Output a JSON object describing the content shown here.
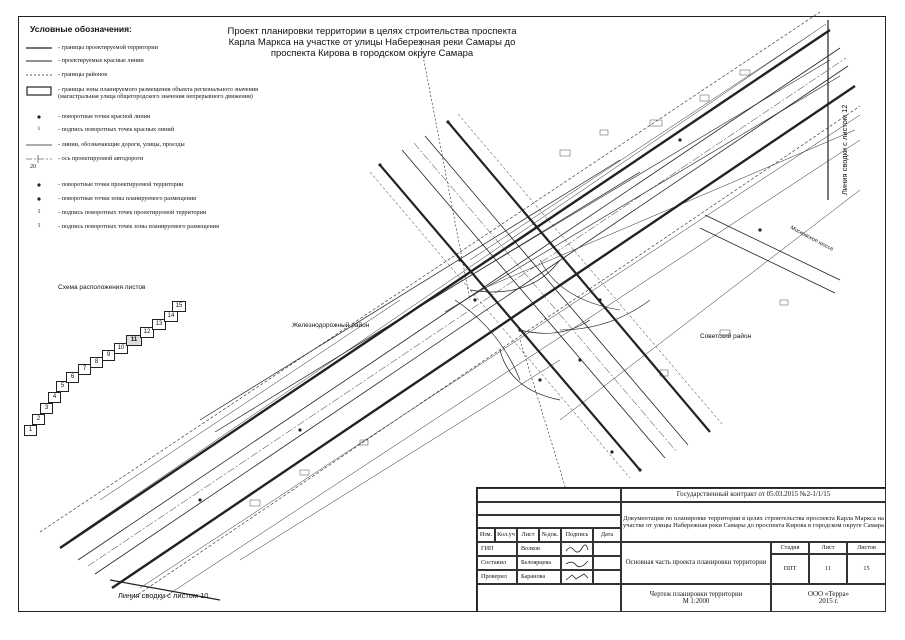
{
  "title": "Проект планировки территории в целях строительства проспекта Карла Маркса на участке от улицы Набережная реки Самары до проспекта Кирова в городском округе Самара",
  "legend": {
    "heading": "Условные обозначения:",
    "items": [
      {
        "label": "- границы проектируемой территории"
      },
      {
        "label": "- проектируемые красные линии"
      },
      {
        "label": "- границы районов"
      },
      {
        "label": "- границы зоны планируемого размещения объекта регионального значения (магистральная улица общегородского значения непрерывного движения)"
      },
      {
        "label": "- поворотные точки красной линии"
      },
      {
        "label": "- подпись поворотных точек красных линий"
      },
      {
        "label": "- линии, обозначающие дороги, улицы, проезды"
      },
      {
        "label": "- ось проектируемой автодороги"
      },
      {
        "label": "- поворотные точки проектируемой территории"
      },
      {
        "label": "- поворотные точки зоны планируемого размещения"
      },
      {
        "label": "- подпись поворотных точек проектируемой территории"
      },
      {
        "label": "- подпись поворотных точек зоны планируемого размещения"
      }
    ],
    "symbol_numbers": {
      "i_label": "i",
      "axis_number": "20",
      "one_label": "1"
    }
  },
  "districts": {
    "left": "Железнодорожный район",
    "right": "Советский район"
  },
  "street_label": "Московское шоссе",
  "match_lines": {
    "top_right": "Линия сводки с листом 12",
    "bottom_left": "Линия сводки с листом 10"
  },
  "sheet_scheme": {
    "heading": "Схема расположения листов",
    "sheets": [
      "1",
      "2",
      "3",
      "4",
      "5",
      "6",
      "7",
      "8",
      "9",
      "10",
      "11",
      "12",
      "13",
      "14",
      "15"
    ],
    "current": "11"
  },
  "stamp": {
    "contract": "Государственный контракт от 05.03.2015 №2-1/1/15",
    "doc_title": "Документация по планировке территории в целях строительства проспекта Карла Маркса на участке от улицы Набережная реки Самары до проспекта Кирова в городском округе Самара",
    "header_cols": [
      "Изм.",
      "Кол.уч",
      "Лист",
      "№док.",
      "Подпись",
      "Дата"
    ],
    "people": [
      {
        "role": "ГИП",
        "name": "Волков"
      },
      {
        "role": "Составил",
        "name": "Белоярцева"
      },
      {
        "role": "Проверил",
        "name": "Баранова"
      }
    ],
    "part_title": "Основная часть проекта планировки территории",
    "stage_label": "Стадия",
    "stage_value": "ППТ",
    "sheet_label": "Лист",
    "sheet_value": "11",
    "sheets_label": "Листов",
    "sheets_value": "15",
    "drawing_title": "Чертеж планировки территории",
    "scale": "М 1:2000",
    "company": "ООО «Терра»",
    "year": "2015 г."
  }
}
